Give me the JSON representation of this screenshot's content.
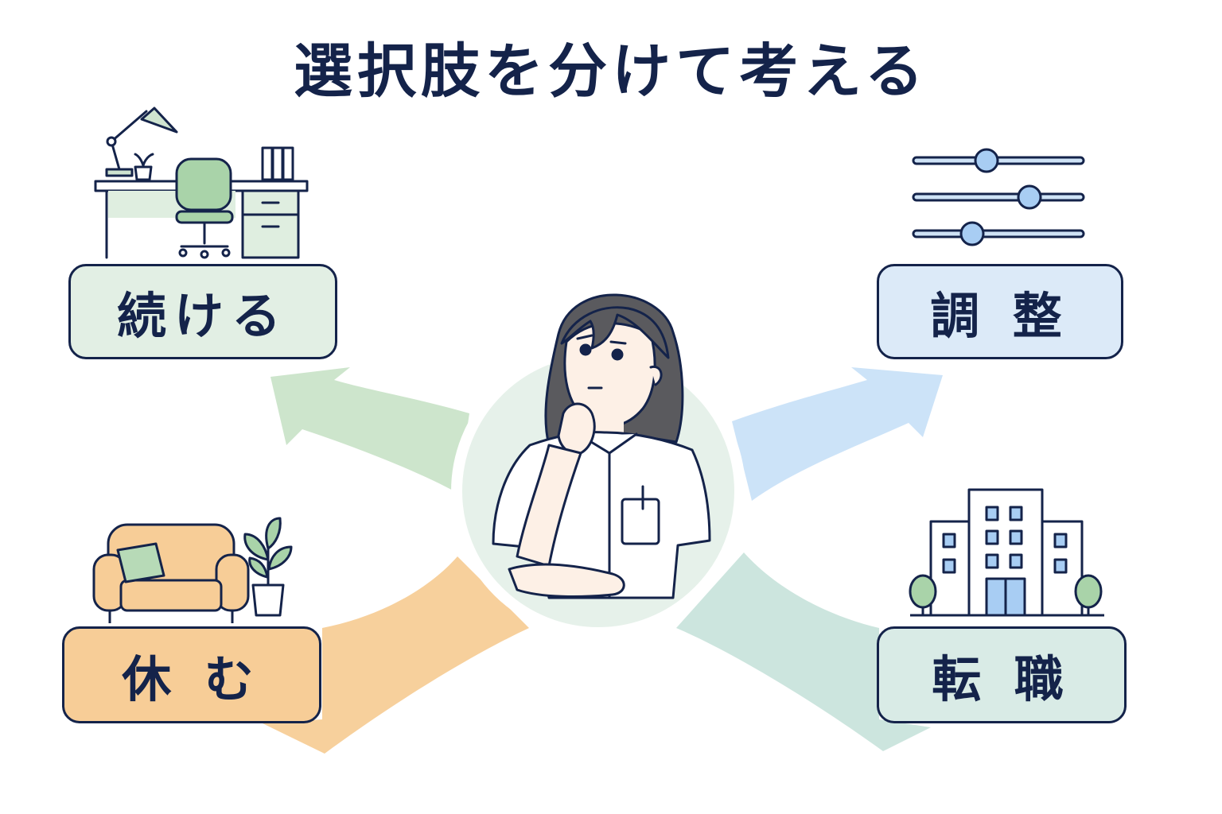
{
  "title": "選択肢を分けて考える",
  "options": {
    "continue": {
      "label": "続ける",
      "icon": "desk-office-icon",
      "color": "#e2efe4",
      "arrow_color": "#c8e2c6"
    },
    "adjust": {
      "label": "調 整",
      "icon": "sliders-icon",
      "color": "#dceaf8",
      "arrow_color": "#c6e0f7"
    },
    "rest": {
      "label": "休 む",
      "icon": "sofa-plant-icon",
      "color": "#f7cd97",
      "arrow_color": "#f7cd97"
    },
    "change": {
      "label": "転 職",
      "icon": "building-icon",
      "color": "#d9ebe6",
      "arrow_color": "#c9e4dc"
    }
  },
  "center": {
    "icon": "thinking-nurse-icon"
  },
  "colors": {
    "text": "#14234a",
    "center_circle": "#e6f1ea"
  }
}
